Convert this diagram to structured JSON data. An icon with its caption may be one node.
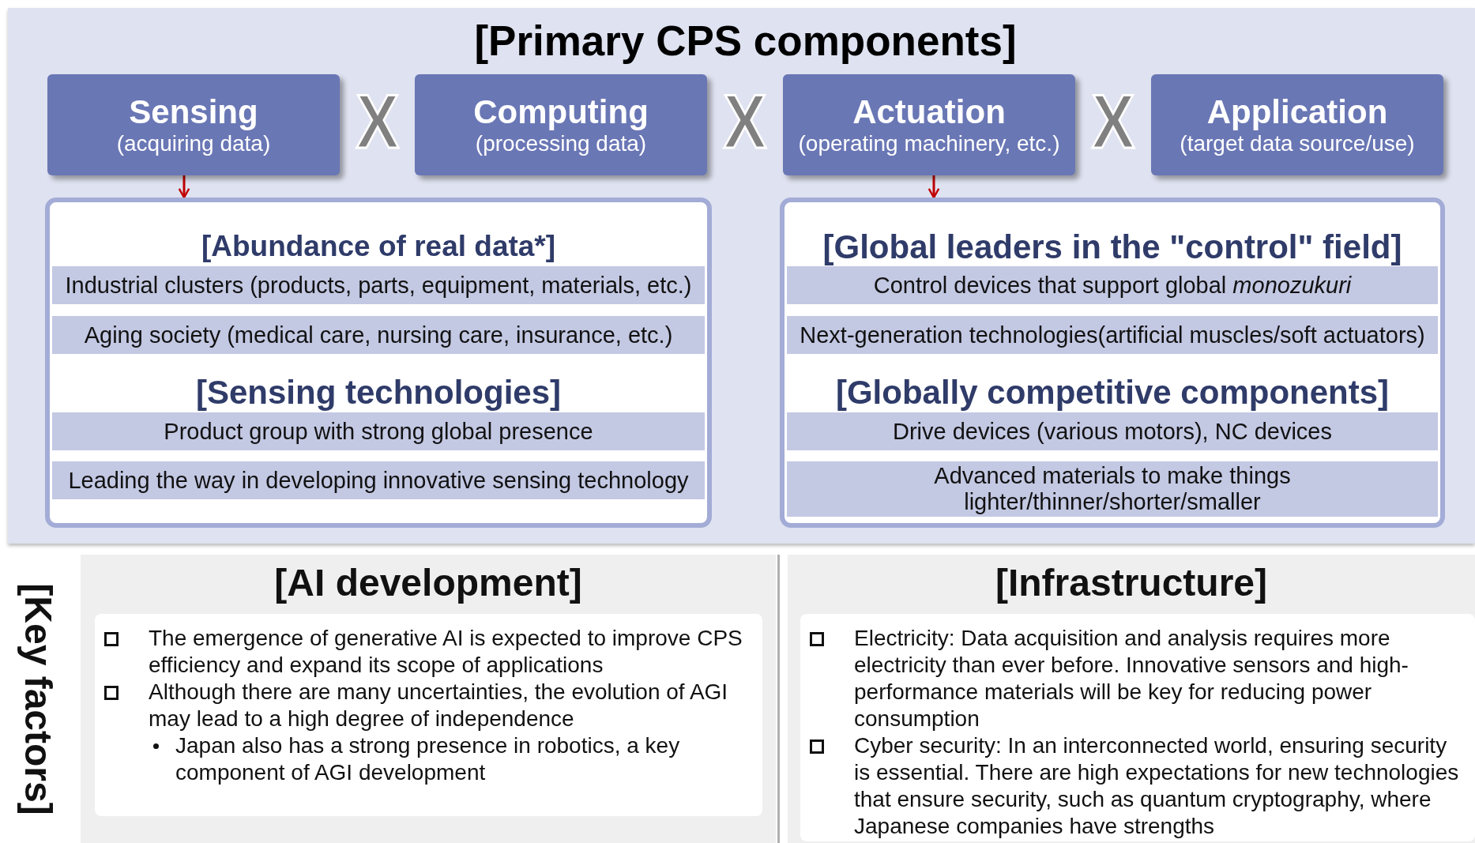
{
  "diagram": {
    "title": "[Primary CPS components]",
    "nodes": [
      {
        "text": [
          "Sensing",
          "(acquiring data)"
        ]
      },
      {
        "text": [
          "Computing",
          "(processing data)"
        ]
      },
      {
        "text": [
          "Actuation",
          "(operating machinery, etc.)"
        ]
      },
      {
        "text": [
          "Application",
          "(target data source/use)"
        ]
      },
      {
        "text": [
          "[Abundance of real data*]",
          "[Sensing technologies]"
        ]
      },
      {
        "text": [
          "Industrial clusters (products, parts, equipment, materials, etc.)"
        ],
        "in": 4
      },
      {
        "text": [
          "Aging society (medical care, nursing care, insurance, etc.)"
        ],
        "in": 4
      },
      {
        "text": [
          "Product group with strong global presence"
        ],
        "in": 4
      },
      {
        "text": [
          "Leading the way in developing innovative sensing technology"
        ],
        "in": 4
      },
      {
        "text": [
          "[Global leaders in the \"control\" field]",
          "[Globally competitive components]"
        ]
      },
      {
        "text": [
          "Control devices that support global *monozukuri*"
        ],
        "in": 9
      },
      {
        "text": [
          "Next-generation technologies(artificial muscles/soft actuators)"
        ],
        "in": 9
      },
      {
        "text": [
          "Drive devices (various motors), NC devices"
        ],
        "in": 9
      },
      {
        "text": [
          "Advanced materials to make things lighter/thinner/shorter/smaller"
        ],
        "in": 9
      },
      {
        "text": [
          "[AI development]"
        ]
      },
      {
        "text": [
          "The emergence of generative AI is expected to improve CPS efficiency and expand its scope of applications",
          "Although there are many uncertainties, the evolution of AGI may lead to a high degree of independence",
          "Japan also has a strong presence in robotics, a key component of AGI development"
        ],
        "in": 14
      },
      {
        "text": [
          "[Infrastructure]"
        ]
      },
      {
        "text": [
          "Electricity: Data acquisition and analysis requires more electricity than ever before. Innovative sensors and high-performance materials will be key for reducing power consumption",
          "Cyber security: In an interconnected world, ensuring security is essential. There are high expectations for new technologies that ensure security, such as quantum cryptography, where Japanese companies have strengths"
        ],
        "in": 16
      }
    ],
    "edges": [
      {
        "from": 0,
        "to": 4,
        "arrow": "to"
      },
      {
        "from": 2,
        "to": 9,
        "arrow": "to"
      }
    ],
    "labels": [
      "X",
      "X",
      "X",
      "[Key factors]"
    ]
  }
}
